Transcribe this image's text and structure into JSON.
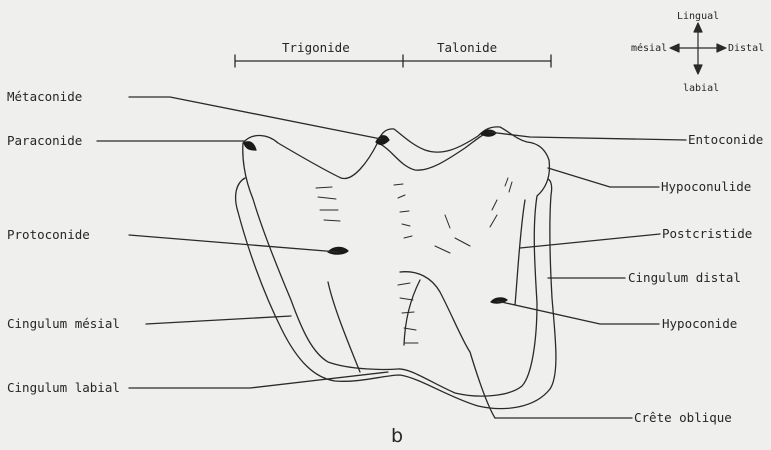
{
  "header": {
    "left_section": "Trigonide",
    "right_section": "Talonide"
  },
  "compass": {
    "top": "Lingual",
    "bottom": "labial",
    "left": "mésial",
    "right": "Distal"
  },
  "labels_left": [
    "Métaconide",
    "Paraconide",
    "Protoconide",
    "Cingulum mésial",
    "Cingulum labial"
  ],
  "labels_right": [
    "Entoconide",
    "Hypoconulide",
    "Postcristide",
    "Cingulum distal",
    "Hypoconide",
    "Crête oblique"
  ],
  "panel_letter": "b"
}
